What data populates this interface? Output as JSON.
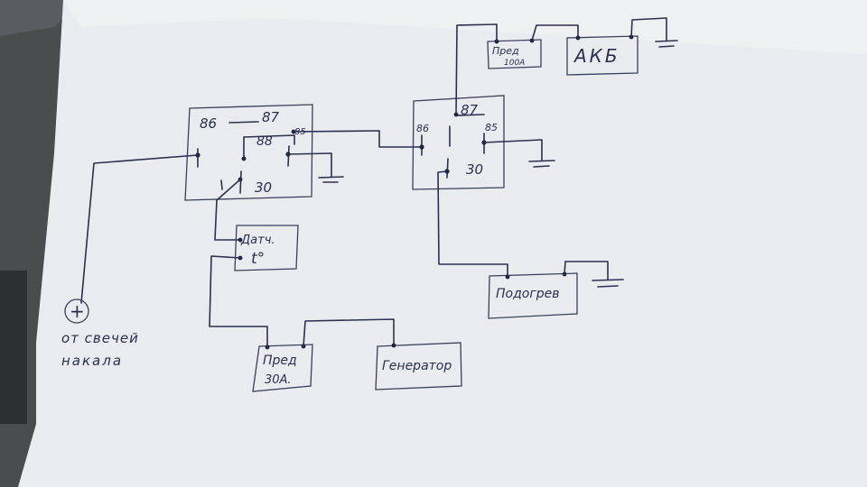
{
  "colors": {
    "background": "#4a4c4e",
    "paper": "#e9ebee",
    "ink": "#2b3050"
  },
  "relay_left": {
    "pin_86": "86",
    "pin_87": "87",
    "pin_88": "88",
    "pin_85": "85",
    "pin_30": "30"
  },
  "relay_right": {
    "pin_87": "87",
    "pin_86": "86",
    "pin_85": "85",
    "pin_30": "30"
  },
  "fuse_100a": {
    "line1": "Пред",
    "line2": "100А"
  },
  "battery": {
    "label": "АКБ"
  },
  "temp_sensor": {
    "line1": "Датч.",
    "line2": "t°"
  },
  "fuse_30a": {
    "line1": "Пред",
    "line2": "30А."
  },
  "generator": {
    "label": "Генератор"
  },
  "preheater": {
    "label": "Подогрев"
  },
  "plus_terminal": {
    "symbol": "+",
    "line1": "от свечей",
    "line2": "накала"
  }
}
